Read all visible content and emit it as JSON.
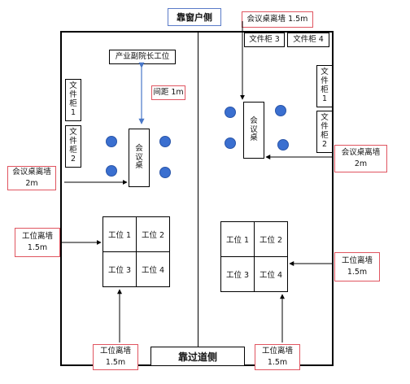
{
  "window_side": "靠窗户侧",
  "aisle_side": "靠过道侧",
  "vice_dean_desk": "产业副院长工位",
  "spacing_label": "间距 1m",
  "cabinets": {
    "c1": [
      "文",
      "件",
      "柜",
      "1"
    ],
    "c2_left": [
      "文",
      "件",
      "柜",
      "2"
    ],
    "c3": "文件柜 3",
    "c4": "文件柜 4",
    "c1_right": [
      "文",
      "件",
      "柜",
      "1"
    ],
    "c2_right": [
      "文",
      "件",
      "柜",
      "2"
    ]
  },
  "meeting_table": [
    "会",
    "议",
    "桌"
  ],
  "left_desks": [
    "工位 1",
    "工位 2",
    "工位 3",
    "工位 4"
  ],
  "right_desks": [
    "工位 1",
    "工位 2",
    "工位 3",
    "工位 4"
  ],
  "notes": {
    "top_right": "会议桌离墙 1.5m",
    "left_meeting": [
      "会议桌离墙",
      "2m"
    ],
    "right_meeting": [
      "会议桌离墙",
      "2m"
    ],
    "left_desk": [
      "工位离墙",
      "1.5m"
    ],
    "right_desk": [
      "工位离墙",
      "1.5m"
    ],
    "bottom_left": [
      "工位离墙",
      "1.5m"
    ],
    "bottom_right": [
      "工位离墙",
      "1.5m"
    ]
  },
  "colors": {
    "chair": "#3a6fd0",
    "note_border": "#e05560",
    "arrow_blue": "#4a78c8"
  }
}
